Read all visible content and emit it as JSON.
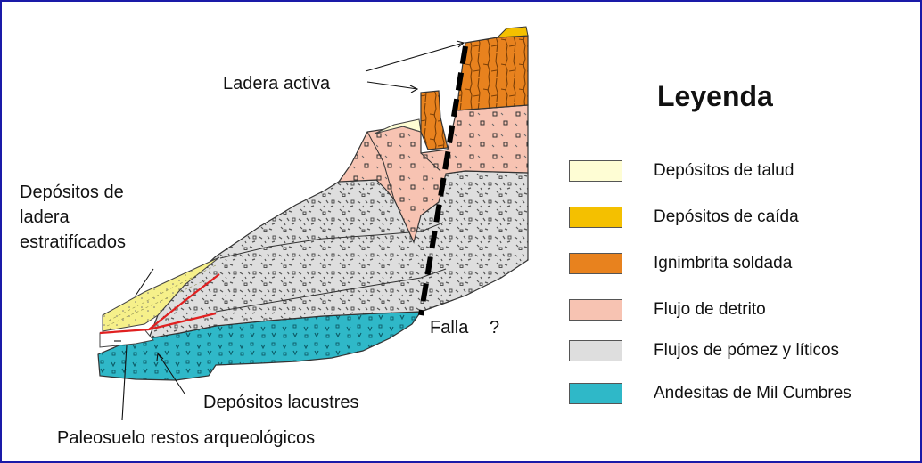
{
  "labels": {
    "ladera_activa": "Ladera activa",
    "depositos_ladera": [
      "Depósitos de",
      "ladera",
      "estratifícados"
    ],
    "falla": "Falla",
    "falla_q": "?",
    "depositos_lacustres": "Depósitos lacustres",
    "paleosuelo": "Paleosuelo restos arqueológicos"
  },
  "legend": {
    "title": "Leyenda",
    "items": [
      {
        "label": "Depósitos de talud",
        "color": "#fefdd4"
      },
      {
        "label": "Depósitos de caída",
        "color": "#f4c000"
      },
      {
        "label": "Ignimbrita soldada",
        "color": "#e8821e"
      },
      {
        "label": "Flujo de detrito",
        "color": "#f7c3b2"
      },
      {
        "label": "Flujos de pómez y líticos",
        "color": "#dedede"
      },
      {
        "label": "Andesitas de Mil Cumbres",
        "color": "#2fb8c8"
      }
    ]
  },
  "colors": {
    "frame_border": "#1a1aa8",
    "fault": "#000000",
    "contact_red": "#e02020",
    "stratified": "#f6f08a"
  }
}
